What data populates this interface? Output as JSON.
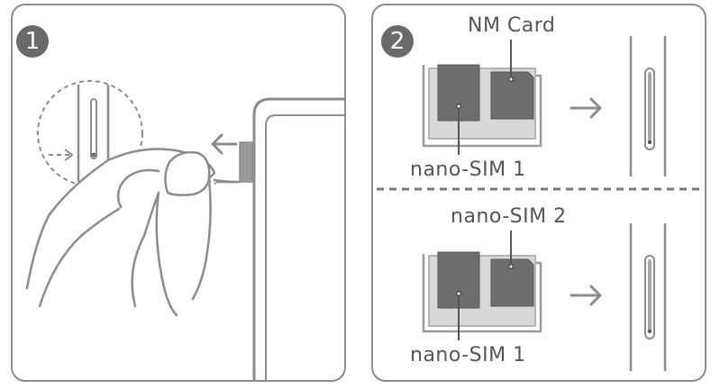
{
  "steps": {
    "step1": {
      "number": "1"
    },
    "step2": {
      "number": "2"
    }
  },
  "labels": {
    "nm_card": "NM Card",
    "nano_sim_1_top": "nano-SIM 1",
    "nano_sim_2": "nano-SIM 2",
    "nano_sim_1_bottom": "nano-SIM 1"
  },
  "icons": {
    "eject_arrow": "left-arrow-icon",
    "insert_arrow": "right-arrow-icon"
  },
  "colors": {
    "line": "#8c8c8c",
    "card": "#6e6e6e",
    "badge": "#6a6a6a",
    "text": "#555555"
  }
}
